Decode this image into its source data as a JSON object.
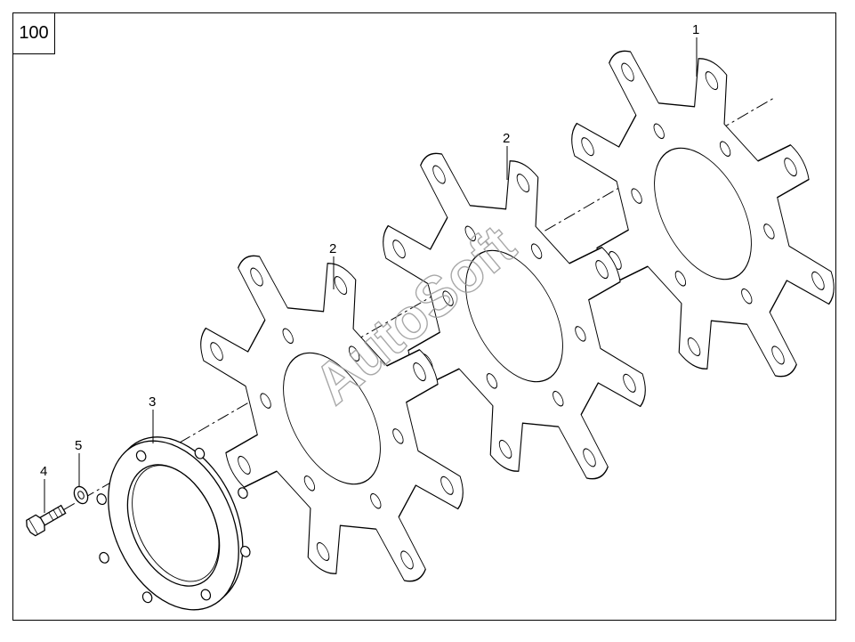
{
  "page": {
    "number": "100"
  },
  "watermark": {
    "text": "AutoSoft"
  },
  "callouts": [
    {
      "id": "1",
      "label": "1",
      "part": "disk-large"
    },
    {
      "id": "2a",
      "label": "2",
      "part": "disk-middle"
    },
    {
      "id": "2b",
      "label": "2",
      "part": "disk-front"
    },
    {
      "id": "3",
      "label": "3",
      "part": "ring-plate"
    },
    {
      "id": "4",
      "label": "4",
      "part": "bolt"
    },
    {
      "id": "5",
      "label": "5",
      "part": "washer"
    }
  ],
  "colors": {
    "line": "#000000",
    "watermark": "#9a9a9a"
  }
}
